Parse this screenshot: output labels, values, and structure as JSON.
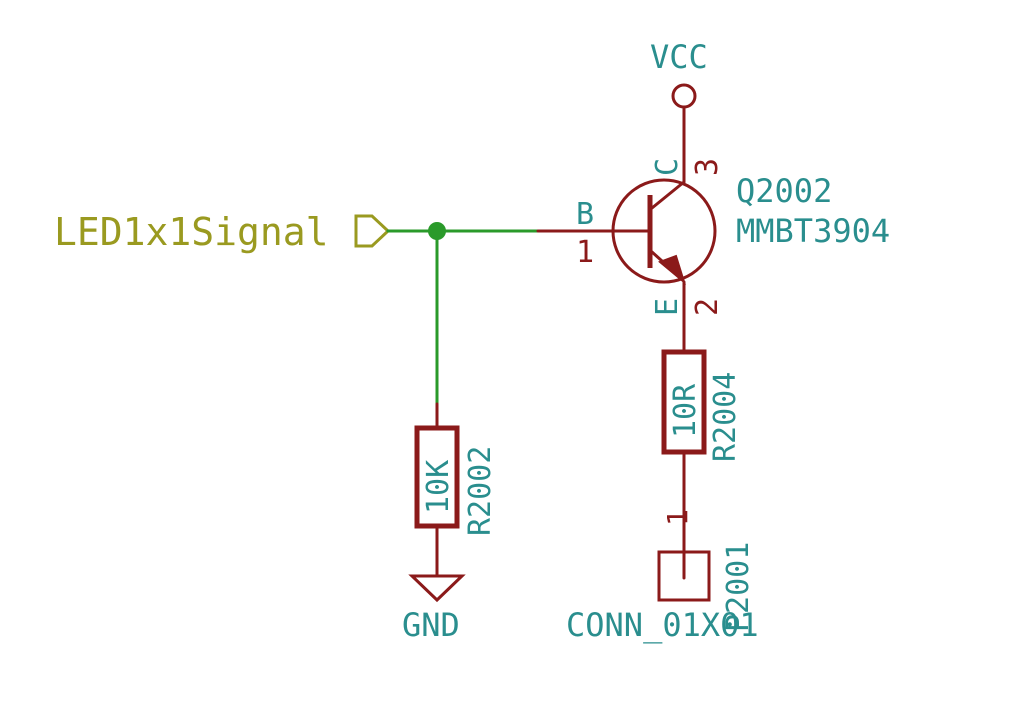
{
  "net_label": {
    "text": "LED1x1Signal"
  },
  "power": {
    "vcc": "VCC",
    "gnd": "GND"
  },
  "transistor": {
    "ref": "Q2002",
    "value": "MMBT3904",
    "pins": {
      "base_name": "B",
      "base_num": "1",
      "collector_name": "C",
      "collector_num": "3",
      "emitter_name": "E",
      "emitter_num": "2"
    }
  },
  "r_base": {
    "ref": "R2002",
    "value": "10K"
  },
  "r_emitter": {
    "ref": "R2004",
    "value": "10R"
  },
  "connector": {
    "ref": "P2001",
    "value": "CONN_01X01",
    "pin_num": "1"
  },
  "colors": {
    "wire": "#2a9a2a",
    "component": "#8b1a1a",
    "label": "#2a8e8e",
    "net_label": "#9a9a20"
  }
}
